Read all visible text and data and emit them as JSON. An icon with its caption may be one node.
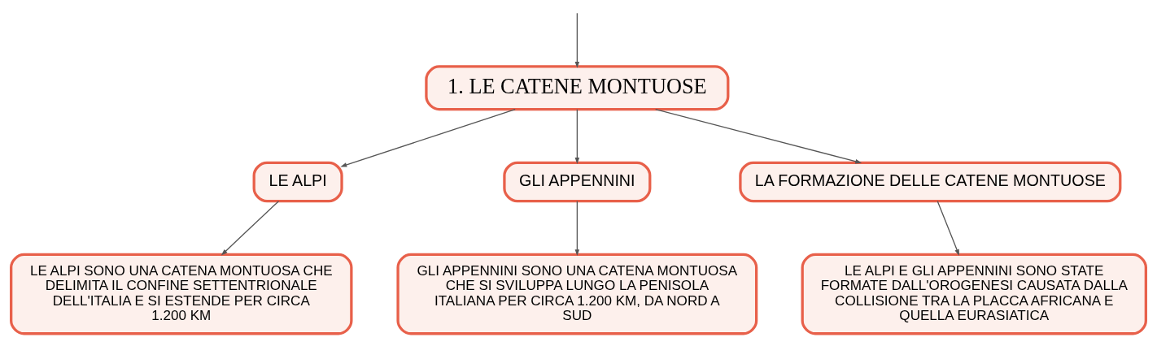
{
  "diagram": {
    "nodes": [
      {
        "text": [
          "1. LE CATENE MONTUOSE"
        ]
      },
      {
        "text": [
          "LE ALPI"
        ]
      },
      {
        "text": [
          "GLI APPENNINI"
        ]
      },
      {
        "text": [
          "LA FORMAZIONE DELLE CATENE MONTUOSE"
        ]
      },
      {
        "text": [
          "LE ALPI SONO UNA CATENA MONTUOSA CHE DELIMITA IL CONFINE SETTENTRIONALE DELL'ITALIA E SI ESTENDE PER CIRCA 1.200 KM"
        ]
      },
      {
        "text": [
          "GLI APPENNINI SONO UNA CATENA MONTUOSA CHE SI SVILUPPA LUNGO LA PENISOLA ITALIANA PER CIRCA 1.200 KM, DA NORD A SUD"
        ]
      },
      {
        "text": [
          "LE ALPI E GLI APPENNINI SONO STATE FORMATE DALL'OROGENESI CAUSATA DALLA COLLISIONE TRA LA PLACCA AFRICANA E QUELLA EURASIATICA"
        ]
      }
    ],
    "edges": [
      {
        "from": null,
        "to": 0,
        "arrow": "to"
      },
      {
        "from": 0,
        "to": 1,
        "arrow": "to"
      },
      {
        "from": 0,
        "to": 2,
        "arrow": "to"
      },
      {
        "from": 0,
        "to": 3,
        "arrow": "to"
      },
      {
        "from": 1,
        "to": 4,
        "arrow": "to"
      },
      {
        "from": 2,
        "to": 5,
        "arrow": "to"
      },
      {
        "from": 3,
        "to": 6,
        "arrow": "to"
      }
    ]
  }
}
